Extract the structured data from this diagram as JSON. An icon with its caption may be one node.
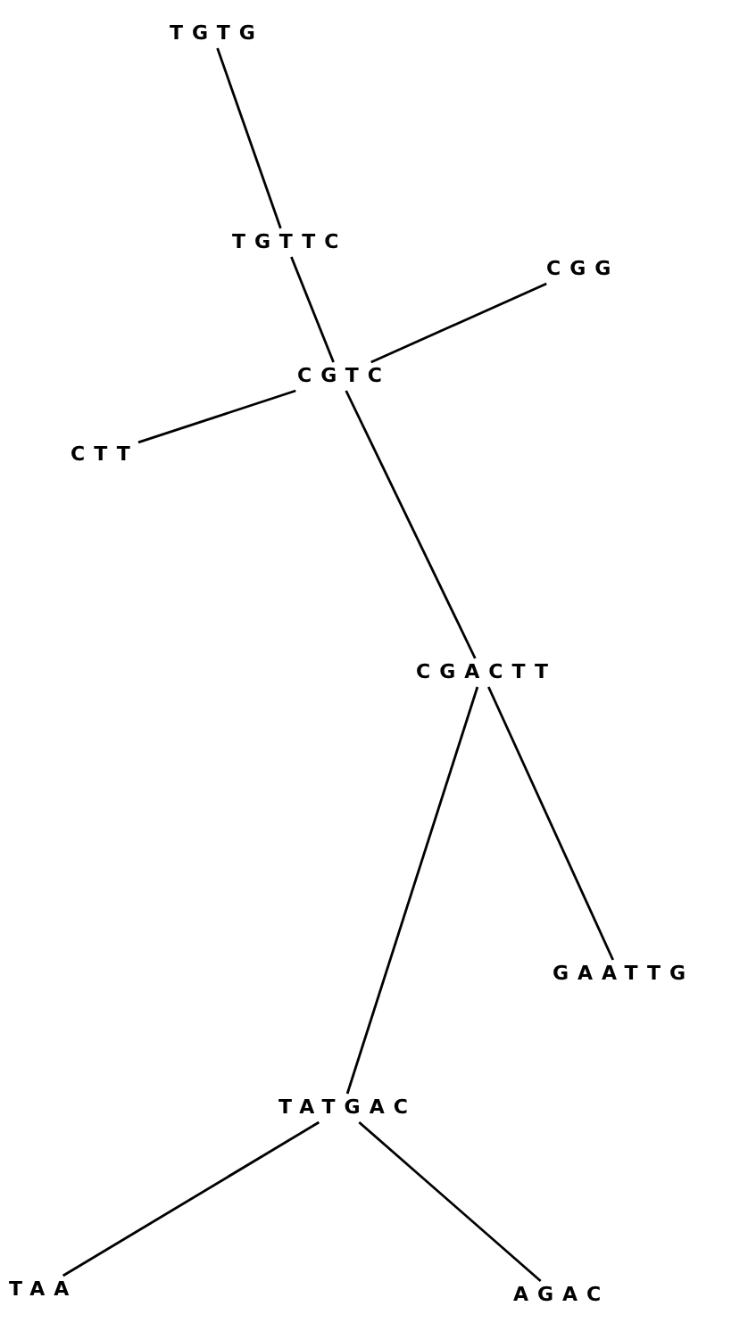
{
  "diagram": {
    "nodes": [
      {
        "text": [
          "TGTG"
        ]
      },
      {
        "text": [
          "TGTTC"
        ]
      },
      {
        "text": [
          "CGG"
        ]
      },
      {
        "text": [
          "CGTC"
        ]
      },
      {
        "text": [
          "CTT"
        ]
      },
      {
        "text": [
          "CGACTT"
        ]
      },
      {
        "text": [
          "GAATTG"
        ]
      },
      {
        "text": [
          "TATGAC"
        ]
      },
      {
        "text": [
          "TAA"
        ]
      },
      {
        "text": [
          "AGAC"
        ]
      }
    ],
    "edges": [
      {
        "from": 0,
        "to": 1,
        "arrow": "none"
      },
      {
        "from": 1,
        "to": 3,
        "arrow": "none"
      },
      {
        "from": 2,
        "to": 3,
        "arrow": "none"
      },
      {
        "from": 3,
        "to": 4,
        "arrow": "none"
      },
      {
        "from": 3,
        "to": 5,
        "arrow": "none"
      },
      {
        "from": 5,
        "to": 7,
        "arrow": "none"
      },
      {
        "from": 5,
        "to": 6,
        "arrow": "none"
      },
      {
        "from": 7,
        "to": 8,
        "arrow": "none"
      },
      {
        "from": 7,
        "to": 9,
        "arrow": "none"
      }
    ]
  }
}
